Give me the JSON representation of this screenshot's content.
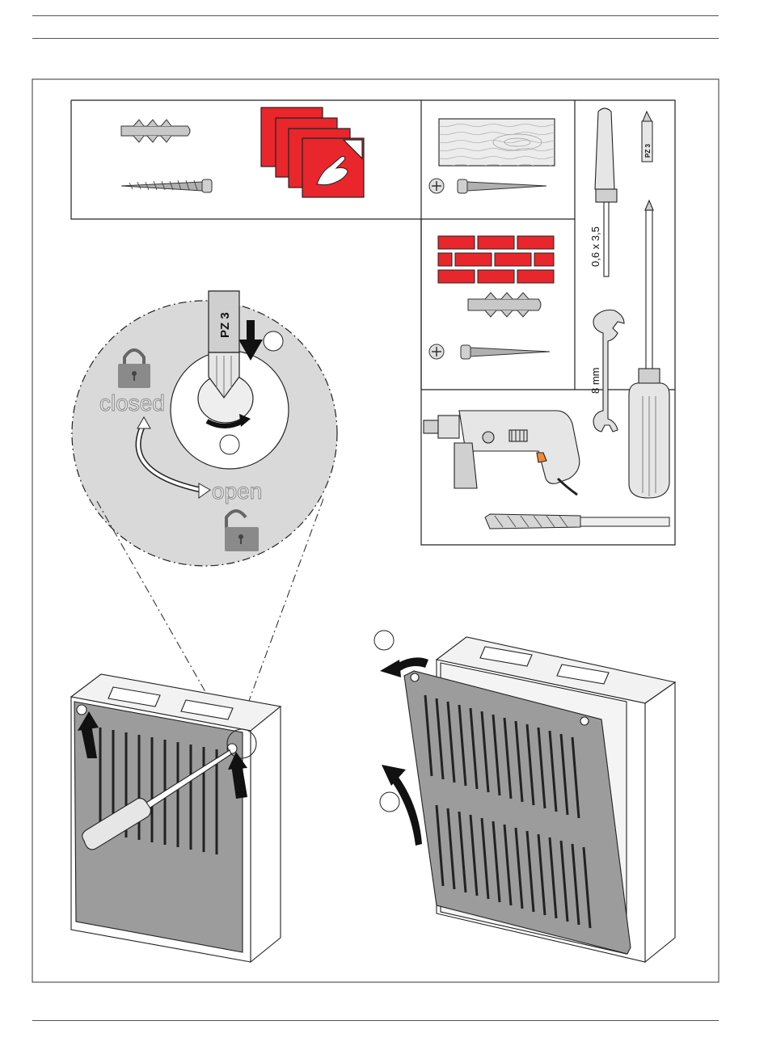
{
  "labels": {
    "closed": "closed",
    "open": "open",
    "pz3_bit": "PZ 3",
    "pz3_small": "PZ 3",
    "screwdriver_size": "0,6 x 3,5",
    "wrench_size": "8 mm"
  },
  "colors": {
    "red": "#e8262c",
    "panel_grey": "#9c9c9c",
    "zoom_grey": "#d9d9d9",
    "line": "#222222"
  },
  "icons": [
    "wall-plug-icon",
    "screw-icon",
    "sticker-stack-icon",
    "wood-board-icon",
    "brick-wall-icon",
    "drill-icon",
    "drill-bit-icon",
    "screwdriver-icon",
    "pz-bit-icon",
    "wrench-icon",
    "padlock-closed-icon",
    "padlock-open-icon"
  ]
}
